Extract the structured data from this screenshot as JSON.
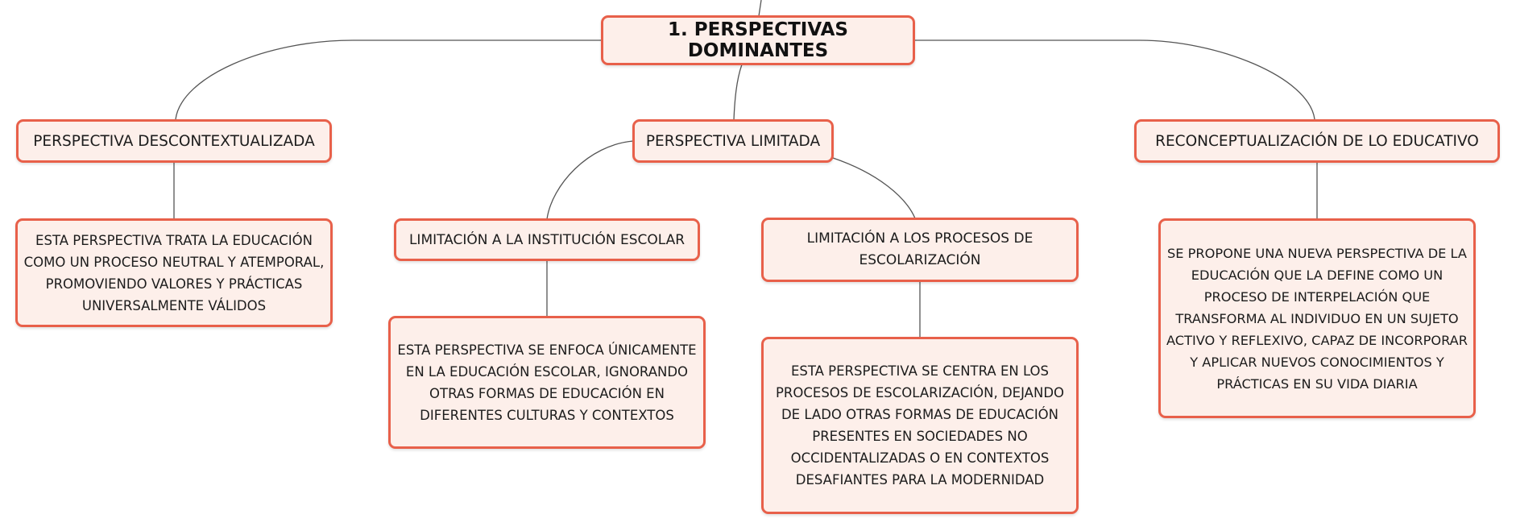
{
  "colors": {
    "node_border": "#e8604a",
    "node_fill": "#fdefea",
    "connector": "#555555",
    "text": "#1c1c1c"
  },
  "root": {
    "label": "1. PERSPECTIVAS DOMINANTES"
  },
  "branches": {
    "descontextualizada": {
      "label": "PERSPECTIVA DESCONTEXTUALIZADA",
      "description": "ESTA PERSPECTIVA TRATA LA EDUCACIÓN COMO UN PROCESO NEUTRAL Y ATEMPORAL, PROMOVIENDO VALORES Y PRÁCTICAS UNIVERSALMENTE VÁLIDOS"
    },
    "limitada": {
      "label": "PERSPECTIVA LIMITADA",
      "institucion": {
        "label": "LIMITACIÓN A LA INSTITUCIÓN ESCOLAR",
        "description": "ESTA PERSPECTIVA SE ENFOCA ÚNICAMENTE EN LA EDUCACIÓN ESCOLAR, IGNORANDO OTRAS FORMAS DE EDUCACIÓN EN DIFERENTES CULTURAS Y CONTEXTOS"
      },
      "procesos": {
        "label": "LIMITACIÓN A LOS PROCESOS DE ESCOLARIZACIÓN",
        "description": "ESTA PERSPECTIVA SE CENTRA EN LOS PROCESOS DE ESCOLARIZACIÓN, DEJANDO DE LADO OTRAS FORMAS DE EDUCACIÓN PRESENTES EN SOCIEDADES NO OCCIDENTALIZADAS O EN CONTEXTOS DESAFIANTES PARA LA MODERNIDAD"
      }
    },
    "reconceptualizacion": {
      "label": "RECONCEPTUALIZACIÓN DE LO EDUCATIVO",
      "description": "SE PROPONE UNA NUEVA PERSPECTIVA DE LA EDUCACIÓN QUE LA DEFINE COMO UN PROCESO DE INTERPELACIÓN QUE TRANSFORMA AL INDIVIDUO EN UN SUJETO ACTIVO Y REFLEXIVO, CAPAZ DE INCORPORAR Y APLICAR NUEVOS CONOCIMIENTOS Y PRÁCTICAS EN SU VIDA DIARIA"
    }
  }
}
